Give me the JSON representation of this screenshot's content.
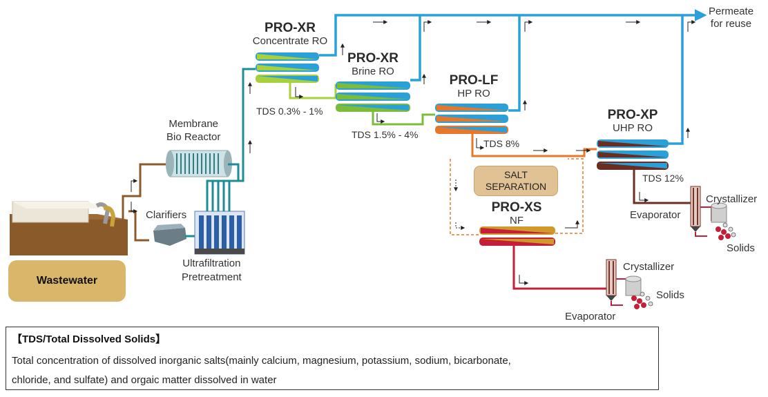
{
  "wastewater": "Wastewater",
  "mbr": {
    "line1": "Membrane",
    "line2": "Bio Reactor"
  },
  "clarifiers": "Clarifiers",
  "uf": {
    "line1": "Ultrafiltration",
    "line2": "Pretreatment"
  },
  "pro_xr_conc": {
    "name": "PRO-XR",
    "sub": "Concentrate RO"
  },
  "pro_xr_brine": {
    "name": "PRO-XR",
    "sub": "Brine RO"
  },
  "pro_lf": {
    "name": "PRO-LF",
    "sub": "HP RO"
  },
  "pro_xp": {
    "name": "PRO-XP",
    "sub": "UHP RO"
  },
  "pro_xs": {
    "name": "PRO-XS",
    "sub": "NF"
  },
  "tds": {
    "t1": "TDS 0.3% - 1%",
    "t2": "TDS 1.5% - 4%",
    "t3": "TDS 8%",
    "t4": "TDS 12%"
  },
  "permeate": {
    "line1": "Permeate",
    "line2": "for reuse"
  },
  "salt_sep": {
    "line1": "SALT",
    "line2": "SEPARATION"
  },
  "right_branch": {
    "crystallizer": "Crystallizer",
    "evaporator": "Evaporator",
    "solids": "Solids"
  },
  "bottom_branch": {
    "crystallizer": "Crystallizer",
    "evaporator": "Evaporator",
    "solids": "Solids"
  },
  "definition": {
    "title": "【TDS/Total Dissolved Solids】",
    "line1": "Total concentration of dissolved inorganic salts(mainly calcium, magnesium, potassium, sodium, bicarbonate,",
    "line2": "chloride, and sulfate) and orgaic matter dissolved in water"
  },
  "colors": {
    "permeate": "#2aa0d8",
    "pretreat_teal": "#1e8c96",
    "stage1_green": "#a8cf3c",
    "stage2_green": "#7bbd3b",
    "hp_orange": "#e7772a",
    "uhp_brown": "#6b2d22",
    "nf_red": "#c41f38",
    "wastewater_brown": "#8b5a2b",
    "salt_box": "#e0c294"
  }
}
